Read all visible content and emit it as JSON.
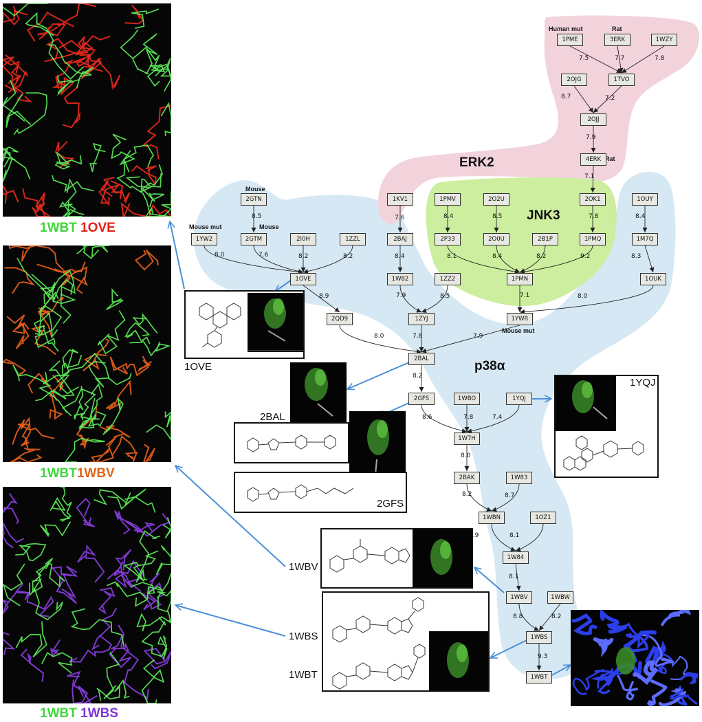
{
  "panels": [
    {
      "a": "1WBT",
      "b": "1OVE",
      "color_a": "#5ef05a",
      "color_b": "#ec2a1c"
    },
    {
      "a": "1WBT",
      "b": "1WBV",
      "color_a": "#5ef05a",
      "color_b": "#e8601c"
    },
    {
      "a": "1WBT",
      "b": "1WBS",
      "color_a": "#5ef05a",
      "color_b": "#8a3ee0"
    }
  ],
  "regions": {
    "erk2": "ERK2",
    "jnk3": "JNK3",
    "p38": "p38α"
  },
  "colors": {
    "erk2": "#f2d3dc",
    "jnk3": "#ccee9e",
    "p38": "#d6e8f3",
    "arrow": "#4a8fd8",
    "node_fill": "#e8e8e2"
  },
  "annotations": [
    "Human mut",
    "Rat",
    "Rat",
    "Mouse",
    "Mouse mut",
    "Mouse",
    "Mouse mut"
  ],
  "nodes": [
    "1PME",
    "3ERK",
    "1WZY",
    "2OJG",
    "1TVO",
    "2OJJ",
    "4ERK",
    "2GTN",
    "1KV1",
    "1PMV",
    "2O2U",
    "2OK1",
    "1OUY",
    "1YW2",
    "2GTM",
    "2I0H",
    "1ZZL",
    "2BAJ",
    "2P33",
    "2O0U",
    "2B1P",
    "1PMQ",
    "1M7Q",
    "1OVE",
    "1W82",
    "1ZZ2",
    "1PMN",
    "1OUK",
    "2QD9",
    "1ZYJ",
    "1YWR",
    "2BAL",
    "2GFS",
    "1WBO",
    "1YQJ",
    "1W7H",
    "2BAK",
    "1W83",
    "1WBN",
    "1OZ1",
    "1W84",
    "1WBV",
    "1WBW",
    "1WBS",
    "1WBT"
  ],
  "edges": [
    "7.5",
    "7.7",
    "7.8",
    "8.7",
    "7.2",
    "7.9",
    "7.1",
    "8.5",
    "7.6",
    "8.4",
    "8.5",
    "7.8",
    "8.4",
    "8.0",
    "7.6",
    "8.2",
    "8.2",
    "8.4",
    "8.1",
    "8.4",
    "8.2",
    "9.2",
    "8.3",
    "8.9",
    "7.9",
    "8.5",
    "7.1",
    "8.0",
    "8.0",
    "7.8",
    "7.9",
    "8.2",
    "8.6",
    "7.8",
    "7.4",
    "8.0",
    "8.2",
    "8.7",
    "7.9",
    "8.1",
    "8.1",
    "8.8",
    "8.2",
    "9.3"
  ],
  "ligands": {
    "ove": "1OVE",
    "bal": "2BAL",
    "gfs": "2GFS",
    "yqj": "1YQJ",
    "wbv": "1WBV",
    "wbs": "1WBS",
    "wbt": "1WBT"
  }
}
